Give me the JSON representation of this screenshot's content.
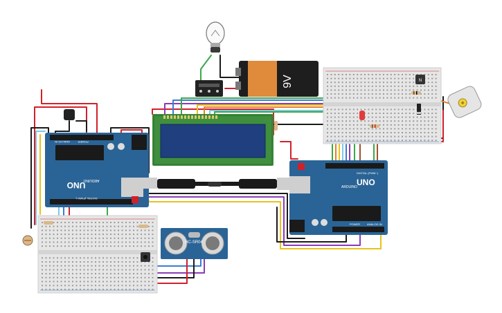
{
  "battery": {
    "label": "9V"
  },
  "relay": {
    "label": ""
  },
  "lcd": {
    "label": ""
  },
  "arduino_left": {
    "brand": "UNO",
    "sub": "ARDUINO",
    "digital": "DIGITAL (PWM~)",
    "power": "POWER",
    "analog": "ANALOG IN"
  },
  "arduino_right": {
    "brand": "UNO",
    "sub": "ARDUINO",
    "digital": "DIGITAL (PWM~)",
    "power": "POWER",
    "analog": "ANALOG IN"
  },
  "ultrasonic": {
    "label": "HC-SR04"
  },
  "motor_driver": {
    "label": ""
  },
  "colors": {
    "arduino": "#2a6496",
    "breadboard": "#e6e6e6",
    "lcd_green": "#3f8f3f",
    "lcd_screen": "#1f3f7f",
    "battery_orange": "#e08a3c",
    "wire_red": "#d0202a",
    "wire_black": "#1a1a1a",
    "wire_green": "#3aa84a",
    "wire_yellow": "#e8c21a",
    "wire_blue": "#3a7bd5",
    "wire_purple": "#8a3ab9",
    "wire_brown": "#a0522d",
    "wire_orange": "#e67e22"
  }
}
